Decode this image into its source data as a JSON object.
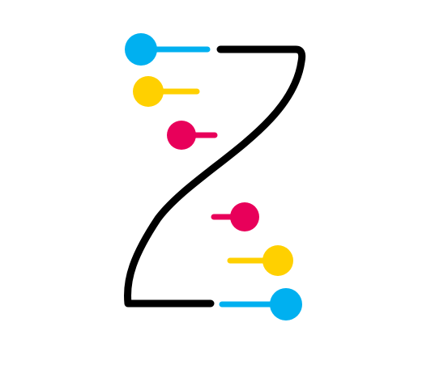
{
  "logo": {
    "name": "z-shaped-dna-helix-logo",
    "colors": {
      "background": "#ffffff",
      "backbone": "#000000",
      "cyan": "#00b0f0",
      "yellow": "#ffd000",
      "magenta": "#e8005a"
    },
    "pins": [
      {
        "id": "pin-top-cyan",
        "color_key": "cyan"
      },
      {
        "id": "pin-top-yellow",
        "color_key": "yellow"
      },
      {
        "id": "pin-top-magenta",
        "color_key": "magenta"
      },
      {
        "id": "pin-bottom-magenta",
        "color_key": "magenta"
      },
      {
        "id": "pin-bottom-yellow",
        "color_key": "yellow"
      },
      {
        "id": "pin-bottom-cyan",
        "color_key": "cyan"
      }
    ]
  }
}
